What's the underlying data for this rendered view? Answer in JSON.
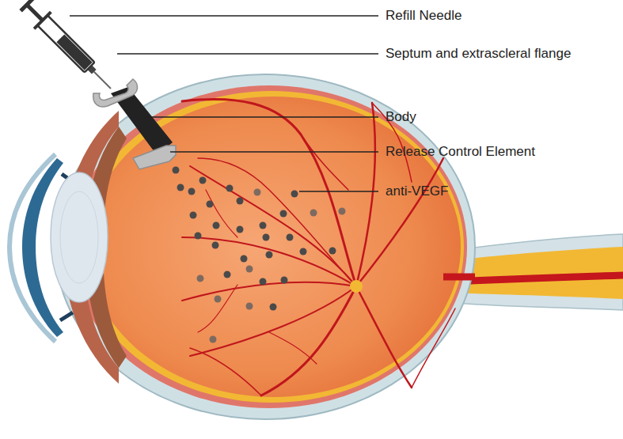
{
  "diagram": {
    "labels": [
      "Refill Needle",
      "Septum and extrascleral flange",
      "Body",
      "Release Control Element",
      "anti-VEGF"
    ]
  }
}
